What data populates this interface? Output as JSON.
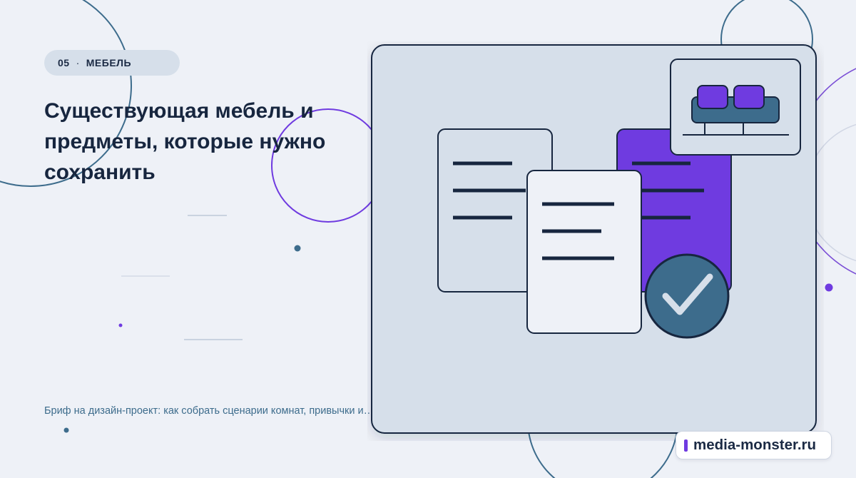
{
  "badge": {
    "number": "05",
    "separator": "·",
    "category": "МЕБЕЛЬ"
  },
  "title": {
    "line1": "Существующая мебель и",
    "line2": "предметы, которые нужно",
    "line3": "сохранить"
  },
  "caption": "Бриф на дизайн-проект: как собрать сценарии комнат, привычки и…",
  "site": {
    "name": "media-monster.ru"
  },
  "colors": {
    "background": "#eef1f7",
    "navy": "#17263f",
    "steel_blue": "#3d6c8c",
    "purple": "#6f3be0",
    "panel": "#d6dfea"
  },
  "icons": {
    "document": "document-lines-icon",
    "checkmark": "check-circle-icon",
    "furniture": "sofa-icon"
  }
}
